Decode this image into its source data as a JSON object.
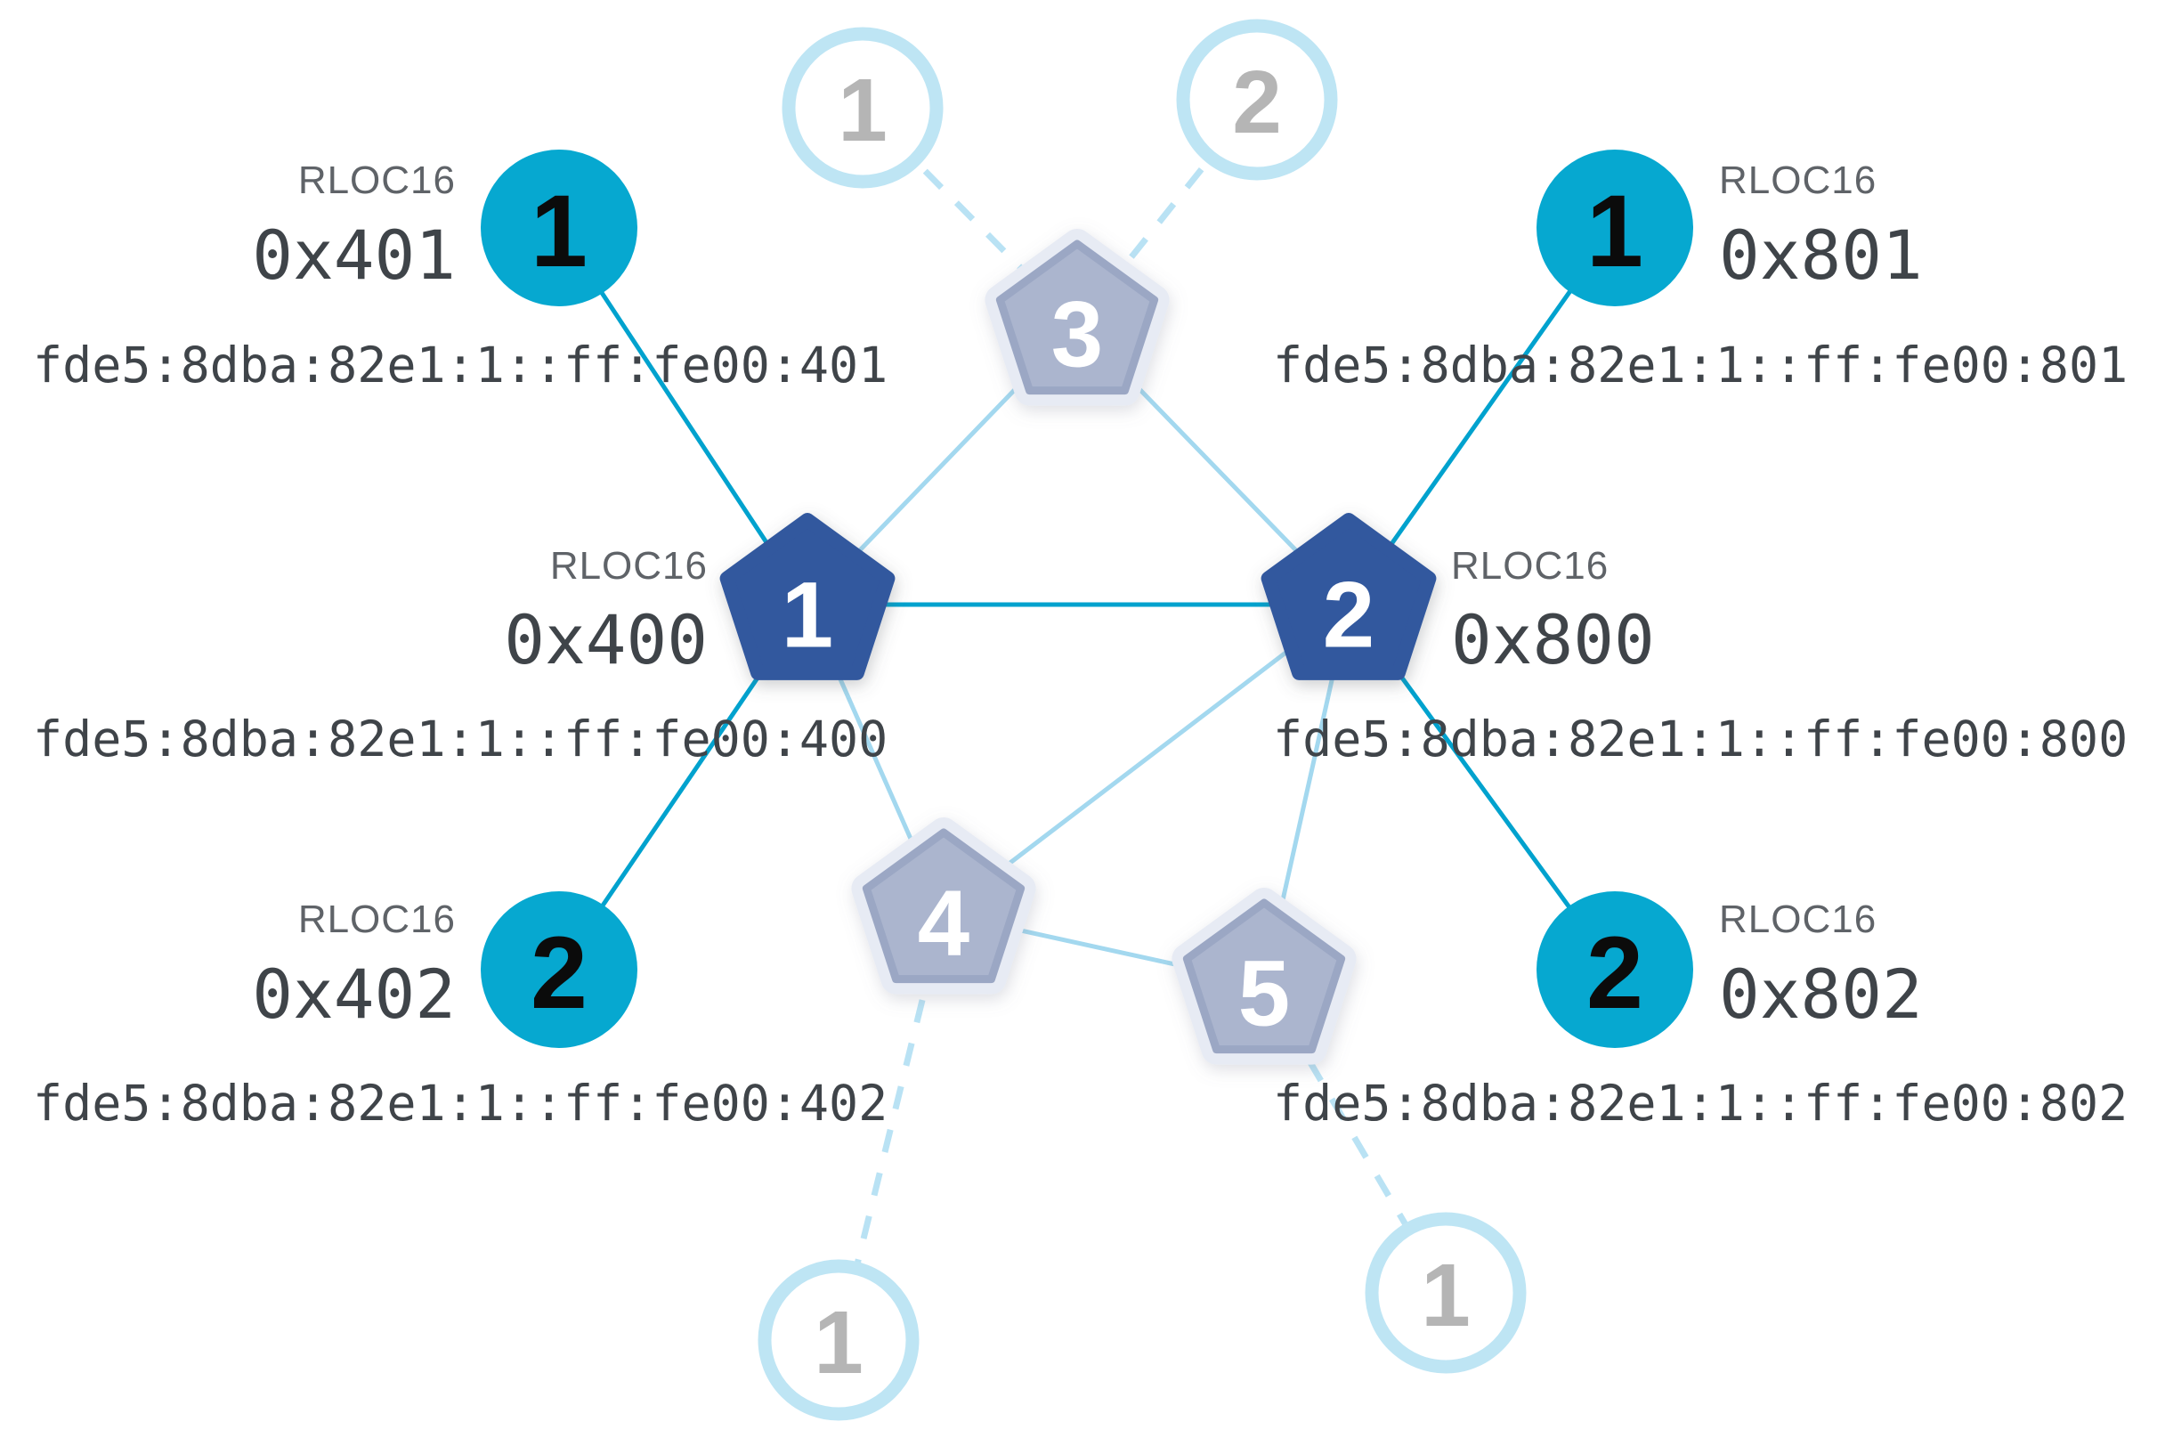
{
  "palette": {
    "background": "#ffffff",
    "teal_node": "#06a8d0",
    "teal_link": "#00a2ce",
    "router_blue": "#31589e",
    "faded_router_fill": "#abb5ce",
    "faded_router_border": "#9ba7c4",
    "faded_router_halo": "#e7ebf4",
    "faded_link": "#a3d8ef",
    "dashed_link": "#b9e2f4",
    "faded_ring": "#bee5f4",
    "faded_number": "#b5b5b5",
    "number_black": "#0b0b0b",
    "number_white": "#ffffff",
    "label_gray": "#5f6368",
    "text_dark": "#3f4449"
  },
  "routers": {
    "r1": {
      "number": "1",
      "rloc16_label": "RLOC16",
      "rloc16": "0x400",
      "ipv6": "fde5:8dba:82e1:1::ff:fe00:400"
    },
    "r2": {
      "number": "2",
      "rloc16_label": "RLOC16",
      "rloc16": "0x800",
      "ipv6": "fde5:8dba:82e1:1::ff:fe00:800"
    },
    "r3": {
      "number": "3"
    },
    "r4": {
      "number": "4"
    },
    "r5": {
      "number": "5"
    }
  },
  "end_devices": {
    "c401": {
      "number": "1",
      "rloc16_label": "RLOC16",
      "rloc16": "0x401",
      "ipv6": "fde5:8dba:82e1:1::ff:fe00:401"
    },
    "c402": {
      "number": "2",
      "rloc16_label": "RLOC16",
      "rloc16": "0x402",
      "ipv6": "fde5:8dba:82e1:1::ff:fe00:402"
    },
    "c801": {
      "number": "1",
      "rloc16_label": "RLOC16",
      "rloc16": "0x801",
      "ipv6": "fde5:8dba:82e1:1::ff:fe00:801"
    },
    "c802": {
      "number": "2",
      "rloc16_label": "RLOC16",
      "rloc16": "0x802",
      "ipv6": "fde5:8dba:82e1:1::ff:fe00:802"
    }
  },
  "faded_end_devices": {
    "top1": {
      "number": "1"
    },
    "top2": {
      "number": "2"
    },
    "bottom_left": {
      "number": "1"
    },
    "bottom_right": {
      "number": "1"
    }
  }
}
